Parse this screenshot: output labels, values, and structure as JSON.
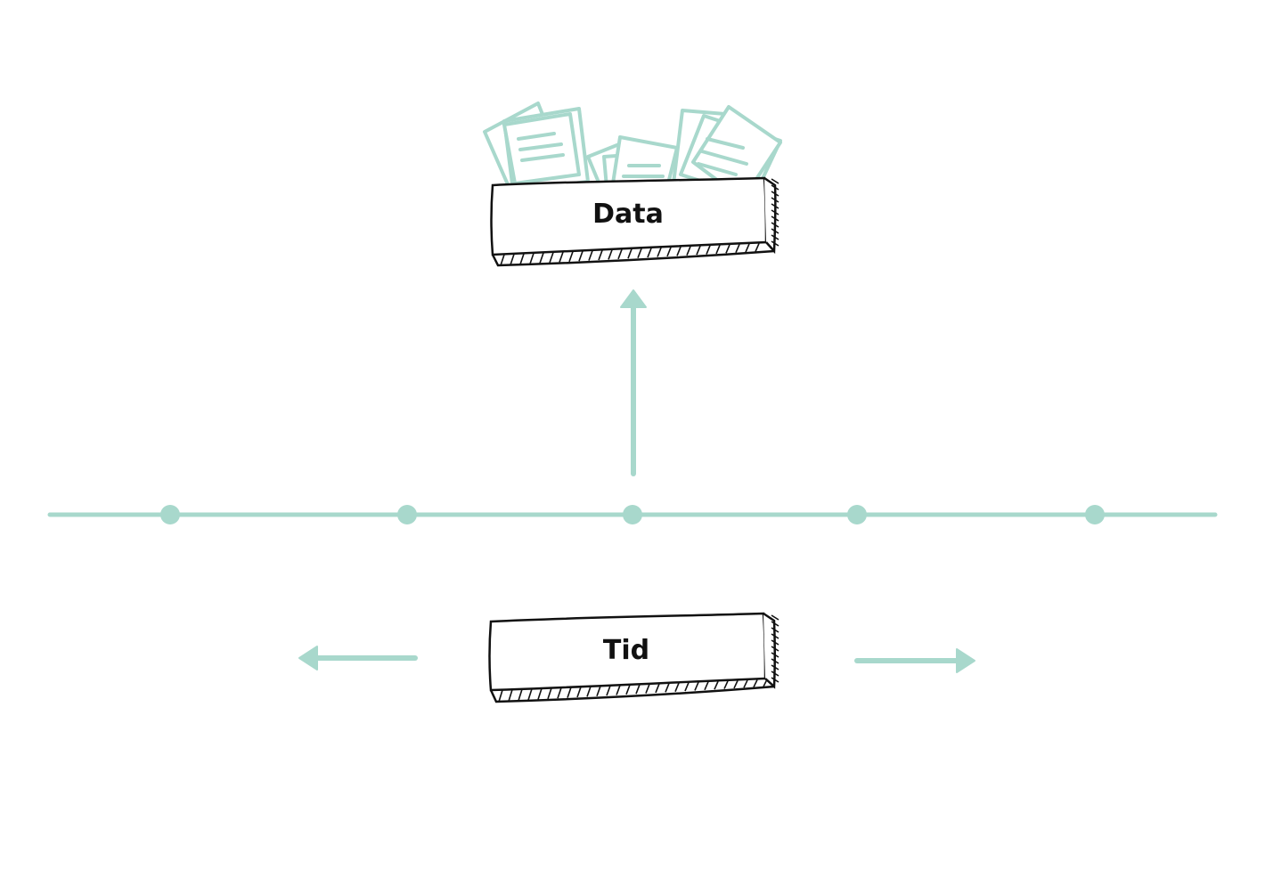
{
  "diagram": {
    "data_box": {
      "label": "Data"
    },
    "time_box": {
      "label": "Tid"
    },
    "timeline": {
      "point_count": 5,
      "highlighted_point_index": 2
    },
    "colors": {
      "accent": "#a8d8cc",
      "ink": "#111111",
      "background": "#ffffff"
    },
    "icons": {
      "documents": "stack-of-documents-icon",
      "up_arrow": "arrow-up-icon",
      "left_arrow": "arrow-left-icon",
      "right_arrow": "arrow-right-icon"
    }
  }
}
